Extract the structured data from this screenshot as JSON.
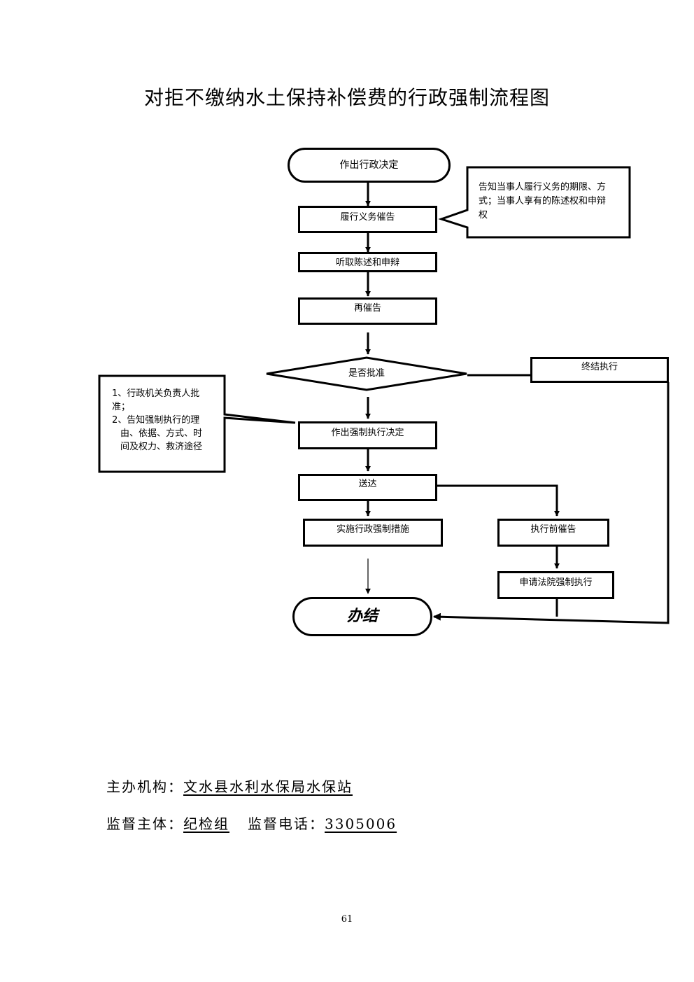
{
  "title": "对拒不缴纳水土保持补偿费的行政强制流程图",
  "flow": {
    "start": "作出行政决定",
    "notice": "履行义务催告",
    "hearing": "听取陈述和申辩",
    "renotice": "再催告",
    "decision": "是否批准",
    "terminate": "终结执行",
    "enforce_decision": "作出强制执行决定",
    "deliver": "送达",
    "implement": "实施行政强制措施",
    "pre_notice": "执行前催告",
    "court": "申请法院强制执行",
    "end": "办结"
  },
  "notes": {
    "notice_lines": [
      "告知当事人履行义务的期限、方",
      "式；当事人享有的陈述权和申辩",
      "权"
    ],
    "decision_lines": [
      "1、行政机关负责人批",
      "准；",
      "2、告知强制执行的理",
      "由、依据、方式、时",
      "间及权力、救济途径"
    ]
  },
  "footer": {
    "org_label": "主办机构：",
    "org_value": "文水县水利水保局水保站",
    "supervisor_label": "监督主体：",
    "supervisor_value": "纪检组",
    "phone_label": "监督电话：",
    "phone_value": "3305006"
  },
  "page_number": "61"
}
